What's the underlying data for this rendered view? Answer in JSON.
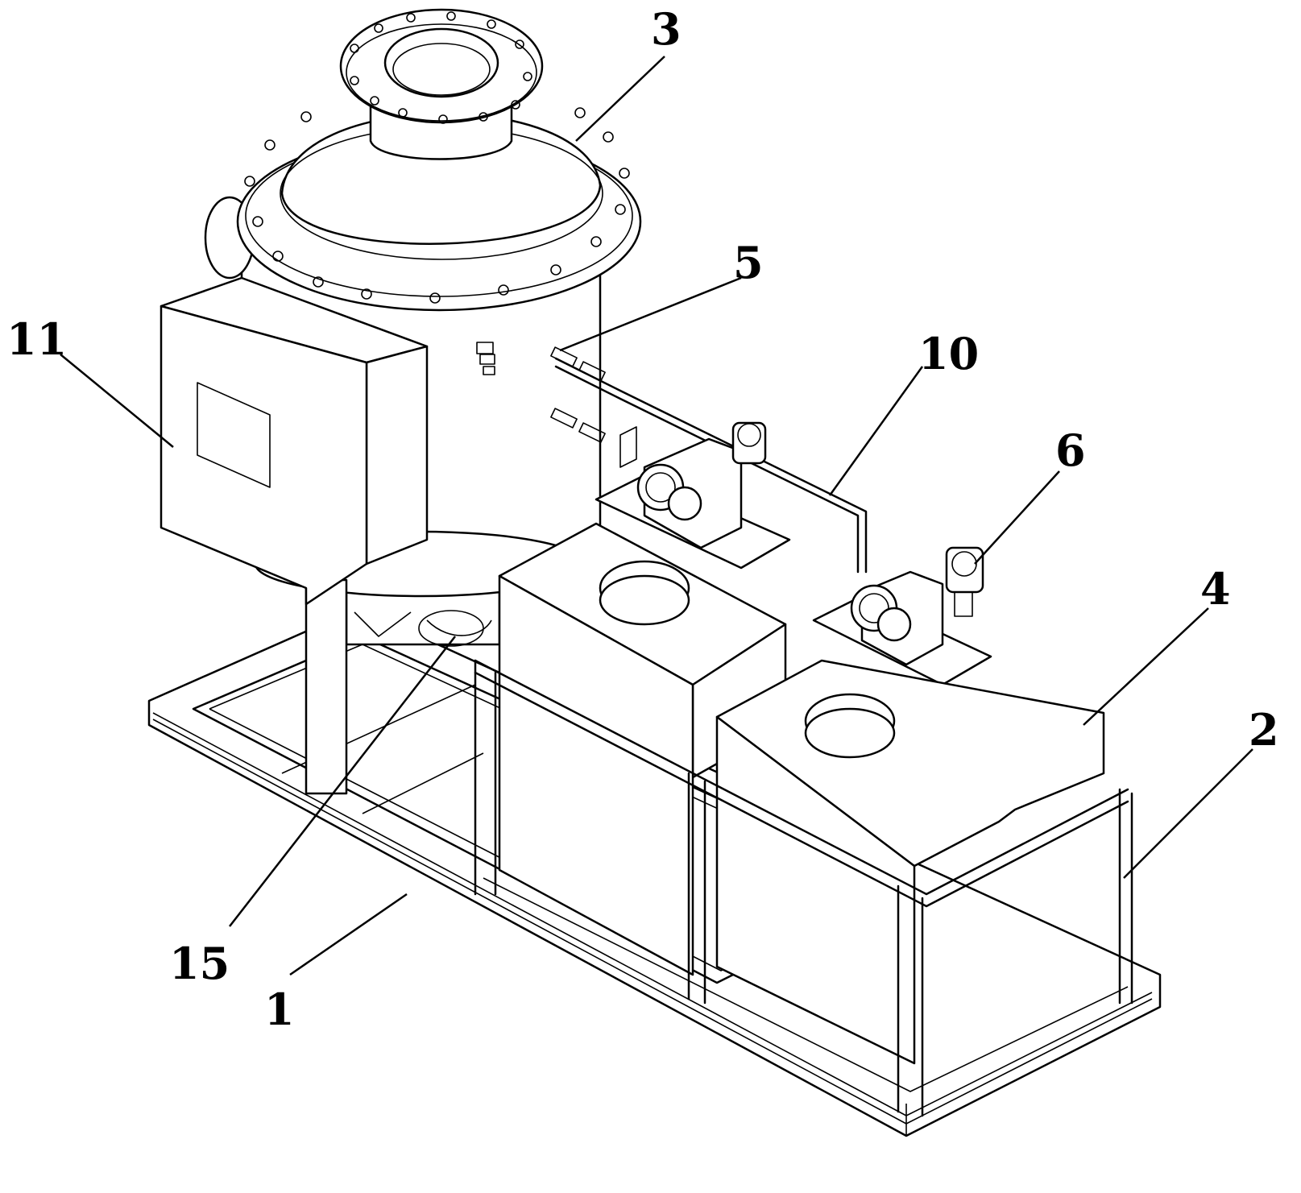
{
  "callouts": [
    {
      "id": "1",
      "text": "1"
    },
    {
      "id": "2",
      "text": "2"
    },
    {
      "id": "3",
      "text": "3"
    },
    {
      "id": "4",
      "text": "4"
    },
    {
      "id": "5",
      "text": "5"
    },
    {
      "id": "6",
      "text": "6"
    },
    {
      "id": "10",
      "text": "10"
    },
    {
      "id": "11",
      "text": "11"
    },
    {
      "id": "15",
      "text": "15"
    }
  ]
}
